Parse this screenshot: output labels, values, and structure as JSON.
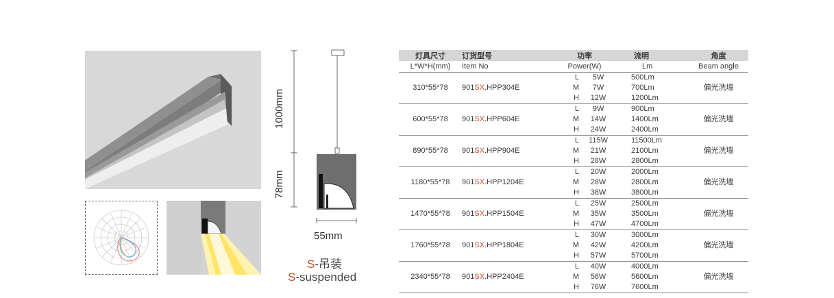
{
  "drawing": {
    "dim_height": "1000mm",
    "dim_body": "78mm",
    "dim_width": "55mm",
    "mount_prefix": "S",
    "mount_cn": "-吊装",
    "mount_en": "-suspended"
  },
  "table": {
    "headers": {
      "size_cn": "灯具尺寸",
      "item_cn": "订货型号",
      "power_cn": "功率",
      "flux_cn": "流明",
      "angle_cn": "角度",
      "size_en": "L*W*H(mm)",
      "item_en": "Item No",
      "power_en": "Power(W)",
      "flux_en": "Lm",
      "angle_en": "Beam angle"
    },
    "item_red": "SX",
    "rows": [
      {
        "size": "310*55*78",
        "item_pre": "901",
        "item_post": ".HPP304E",
        "angle": "偏光洗墙",
        "levels": [
          {
            "l": "L",
            "p": "5W",
            "f": "500Lm"
          },
          {
            "l": "M",
            "p": "7W",
            "f": "700Lm"
          },
          {
            "l": "H",
            "p": "12W",
            "f": "1200Lm"
          }
        ]
      },
      {
        "size": "600*55*78",
        "item_pre": "901",
        "item_post": ".HPP604E",
        "angle": "偏光洗墙",
        "levels": [
          {
            "l": "L",
            "p": "9W",
            "f": "900Lm"
          },
          {
            "l": "M",
            "p": "14W",
            "f": "1400Lm"
          },
          {
            "l": "H",
            "p": "24W",
            "f": "2400Lm"
          }
        ]
      },
      {
        "size": "890*55*78",
        "item_pre": "901",
        "item_post": ".HPP904E",
        "angle": "偏光洗墙",
        "levels": [
          {
            "l": "L",
            "p": "115W",
            "f": "11500Lm"
          },
          {
            "l": "M",
            "p": "21W",
            "f": "2100Lm"
          },
          {
            "l": "H",
            "p": "28W",
            "f": "2800Lm"
          }
        ]
      },
      {
        "size": "1180*55*78",
        "item_pre": "901",
        "item_post": ".HPP1204E",
        "angle": "偏光洗墙",
        "levels": [
          {
            "l": "L",
            "p": "20W",
            "f": "2000Lm"
          },
          {
            "l": "M",
            "p": "28W",
            "f": "2800Lm"
          },
          {
            "l": "H",
            "p": "38W",
            "f": "3800Lm"
          }
        ]
      },
      {
        "size": "1470*55*78",
        "item_pre": "901",
        "item_post": ".HPP1504E",
        "angle": "偏光洗墙",
        "levels": [
          {
            "l": "L",
            "p": "25W",
            "f": "2500Lm"
          },
          {
            "l": "M",
            "p": "35W",
            "f": "3500Lm"
          },
          {
            "l": "H",
            "p": "47W",
            "f": "4700Lm"
          }
        ]
      },
      {
        "size": "1760*55*78",
        "item_pre": "901",
        "item_post": ".HPP1804E",
        "angle": "偏光洗墙",
        "levels": [
          {
            "l": "L",
            "p": "30W",
            "f": "3000Lm"
          },
          {
            "l": "M",
            "p": "42W",
            "f": "4200Lm"
          },
          {
            "l": "H",
            "p": "57W",
            "f": "5700Lm"
          }
        ]
      },
      {
        "size": "2340*55*78",
        "item_pre": "901",
        "item_post": ".HPP2404E",
        "angle": "偏光洗墙",
        "levels": [
          {
            "l": "L",
            "p": "40W",
            "f": "4000Lm"
          },
          {
            "l": "M",
            "p": "56W",
            "f": "5600Lm"
          },
          {
            "l": "H",
            "p": "76W",
            "f": "7600Lm"
          }
        ]
      }
    ]
  }
}
